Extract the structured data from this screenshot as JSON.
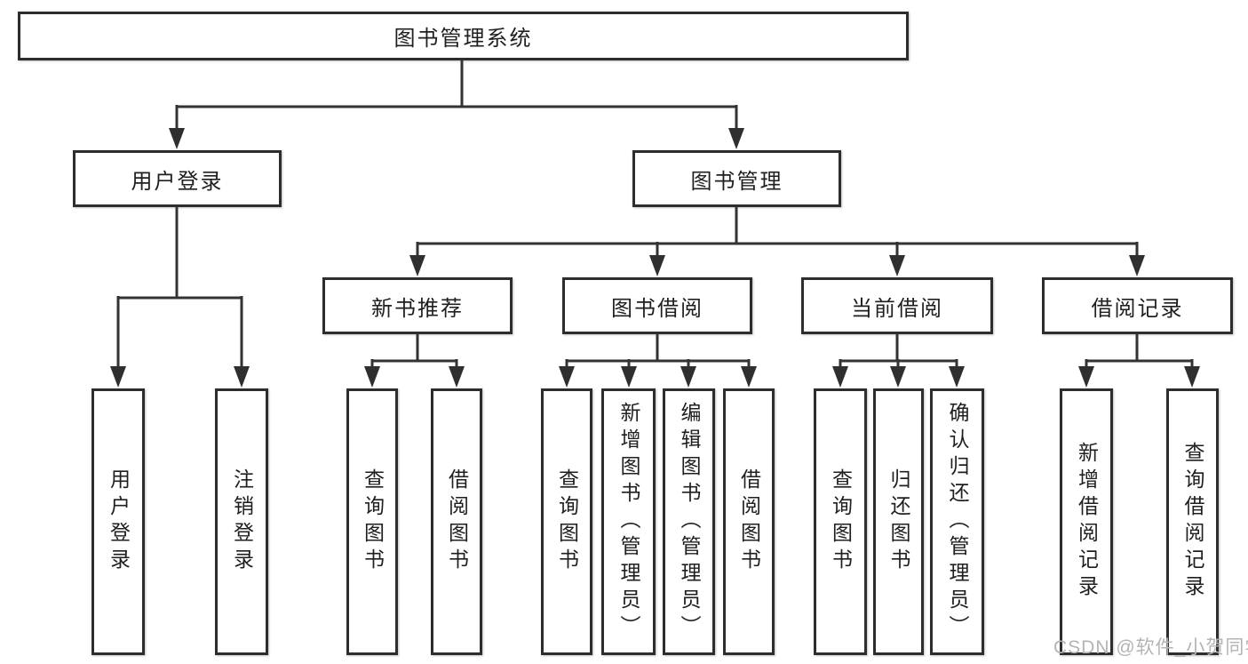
{
  "tree": {
    "root": {
      "label": "图书管理系统"
    },
    "branches": [
      {
        "label": "用户登录",
        "children": [
          "用户登录",
          "注销登录"
        ]
      },
      {
        "label": "图书管理",
        "children": [
          {
            "label": "新书推荐",
            "children": [
              "查询图书",
              "借阅图书"
            ]
          },
          {
            "label": "图书借阅",
            "children": [
              "查询图书",
              "新增图书（管理员）",
              "编辑图书（管理员）",
              "借阅图书"
            ]
          },
          {
            "label": "当前借阅",
            "children": [
              "查询图书",
              "归还图书",
              "确认归还（管理员）"
            ]
          },
          {
            "label": "借阅记录",
            "children": [
              "新增借阅记录",
              "查询借阅记录"
            ]
          }
        ]
      }
    ]
  },
  "watermark": "CSDN @软件_小贺同学",
  "colors": {
    "line": "#333333",
    "box_border": "#2d2d2d",
    "box_fill": "#ffffff",
    "text": "#1f1f1f",
    "watermark": "#b4b4b4"
  }
}
